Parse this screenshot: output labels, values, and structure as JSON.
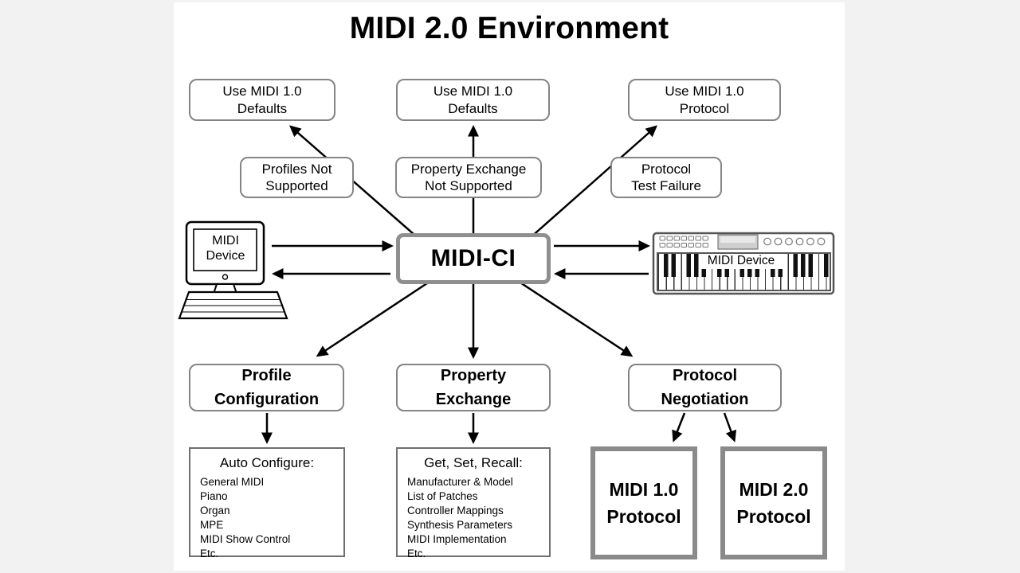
{
  "title": "MIDI 2.0 Environment",
  "center_label": "MIDI-CI",
  "outcomes": [
    "Use MIDI 1.0\nDefaults",
    "Use MIDI 1.0\nDefaults",
    "Use MIDI 1.0\nProtocol"
  ],
  "conditions": [
    "Profiles Not\nSupported",
    "Property Exchange\nNot Supported",
    "Protocol\nTest Failure"
  ],
  "devices": {
    "left": "MIDI\nDevice",
    "right": "MIDI Device"
  },
  "functions": [
    "Profile\nConfiguration",
    "Property\nExchange",
    "Protocol\nNegotiation"
  ],
  "profile_config_details": {
    "header": "Auto Configure:",
    "items": [
      "General MIDI",
      "Piano",
      "Organ",
      "MPE",
      "MIDI Show Control",
      "Etc."
    ]
  },
  "property_exchange_details": {
    "header": "Get, Set, Recall:",
    "items": [
      "Manufacturer & Model",
      "List of Patches",
      "Controller Mappings",
      "Synthesis Parameters",
      "MIDI Implementation",
      "Etc."
    ]
  },
  "protocols": [
    "MIDI 1.0\nProtocol",
    "MIDI 2.0\nProtocol"
  ],
  "colors": {
    "background": "#f2f2f2",
    "surface": "#ffffff",
    "box_border": "#848484",
    "thick_border": "#8a8a8a",
    "arrow": "#000000"
  }
}
